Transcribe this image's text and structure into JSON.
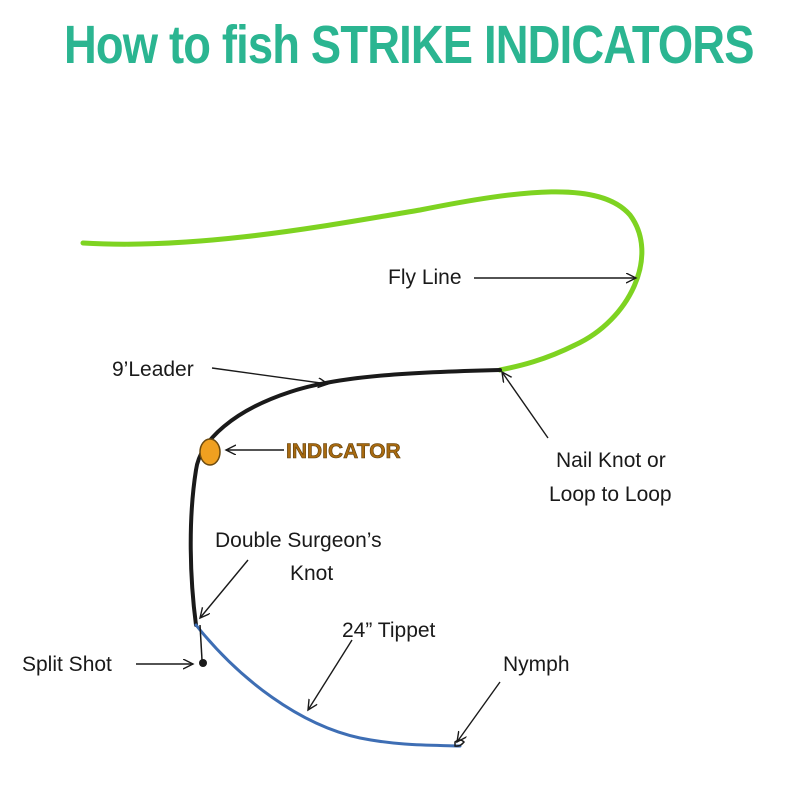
{
  "title": "How to fish STRIKE INDICATORS",
  "colors": {
    "title": "#2bb591",
    "fly_line": "#7ed321",
    "leader": "#1a1a1a",
    "tippet": "#3e6eb4",
    "indicator_fill": "#f0a020",
    "indicator_text": "#a86a10"
  },
  "labels": {
    "fly_line": "Fly Line",
    "leader": "9’Leader",
    "indicator": "INDICATOR",
    "nail_knot_line1": "Nail Knot or",
    "nail_knot_line2": "Loop to Loop",
    "surgeon_line1": "Double Surgeon’s",
    "surgeon_line2": "Knot",
    "tippet": "24” Tippet",
    "split_shot": "Split Shot",
    "nymph": "Nymph"
  }
}
